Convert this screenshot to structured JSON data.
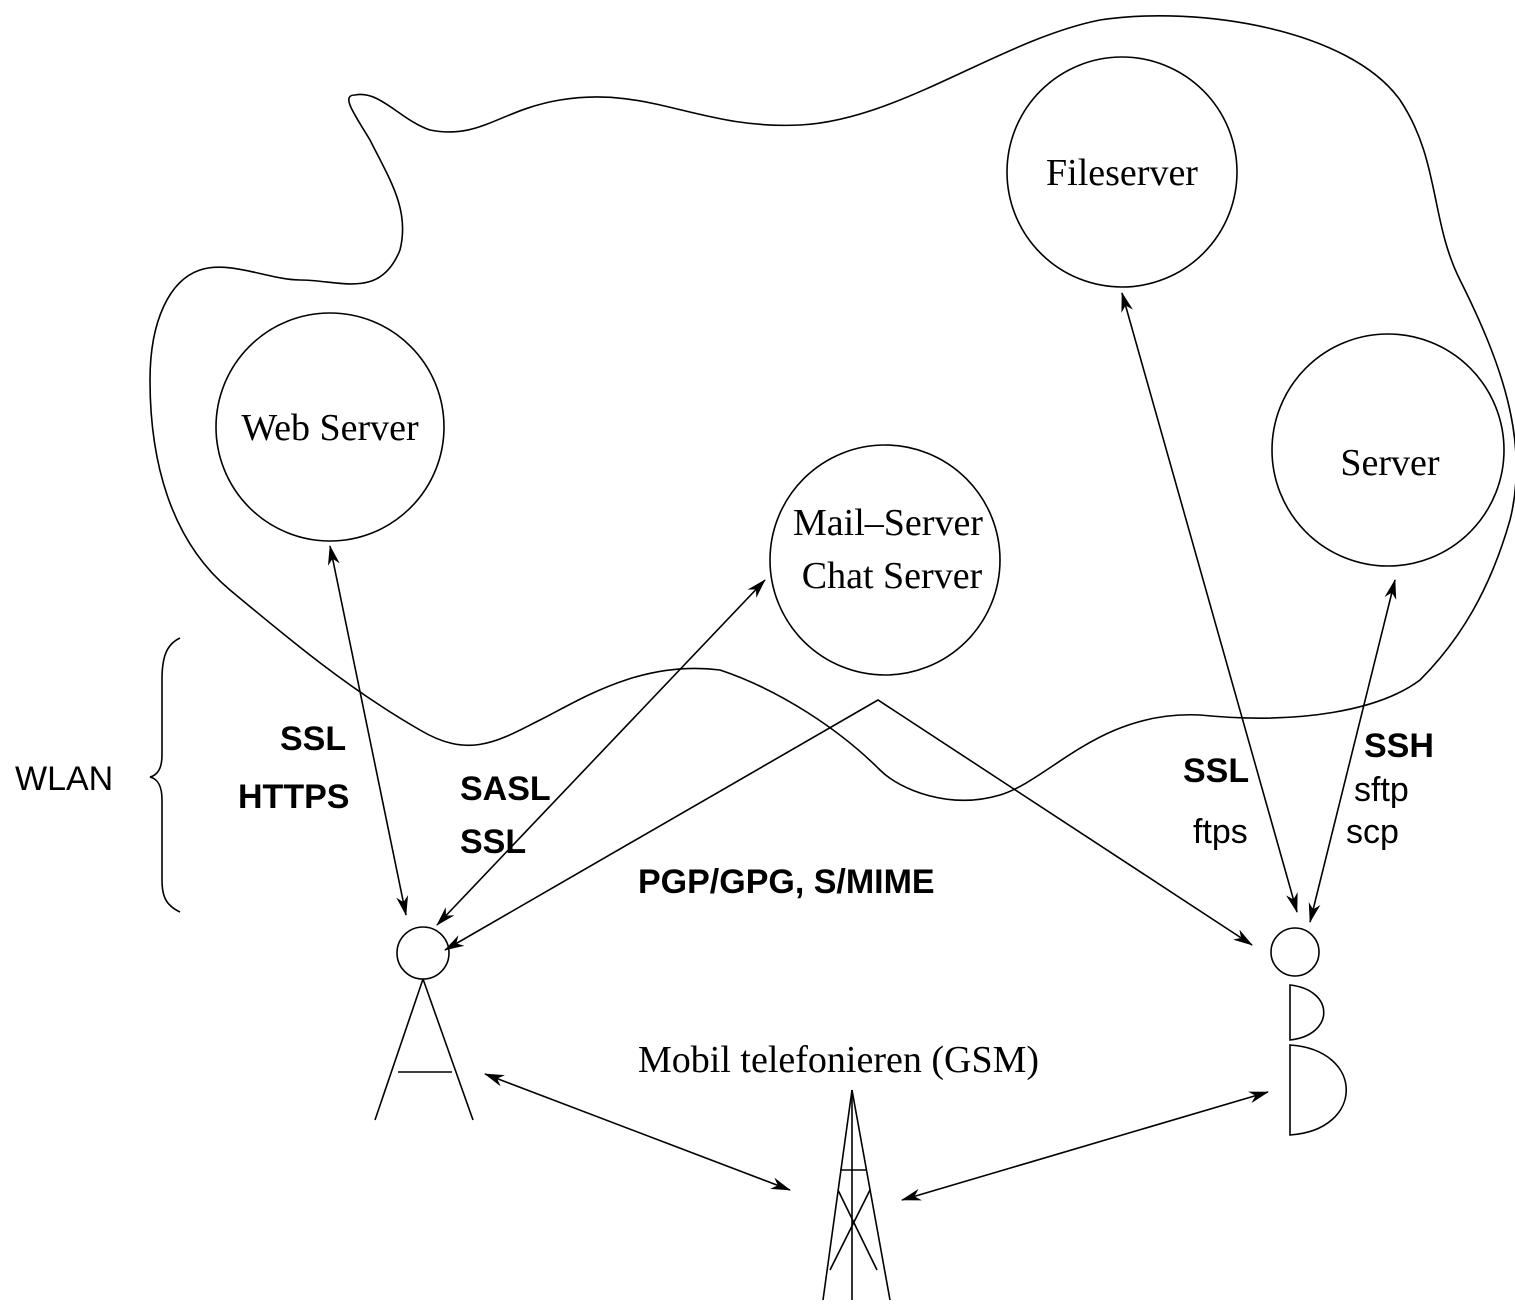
{
  "diagram": {
    "nodes": {
      "web_server": "Web Server",
      "mail_server_line1": "Mail–Server",
      "mail_server_line2": "Chat Server",
      "fileserver": "Fileserver",
      "server": "Server"
    },
    "labels": {
      "wlan": "WLAN",
      "ssl_left": "SSL",
      "https": "HTTPS",
      "sasl": "SASL",
      "ssl_mid": "SSL",
      "pgp": "PGP/GPG, S/MIME",
      "ssl_right": "SSL",
      "ftps": "ftps",
      "ssh": "SSH",
      "sftp": "sftp",
      "scp": "scp",
      "gsm": "Mobil telefonieren (GSM)"
    }
  }
}
